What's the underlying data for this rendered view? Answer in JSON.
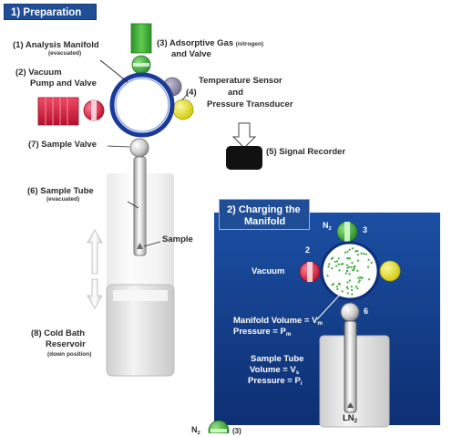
{
  "section1": {
    "title": "1) Preparation",
    "analysis_manifold": "(1) Analysis Manifold",
    "analysis_manifold_note": "(evacuated)",
    "vacuum_line1": "(2) Vacuum",
    "vacuum_line2": "Pump and Valve",
    "adsorptive_gas": "(3) Adsorptive Gas",
    "adsorptive_gas_note": "(nitrogen)",
    "adsorptive_gas_line2": "and Valve",
    "sensor_num": "(4)",
    "temp_sensor_line1": "Temperature Sensor",
    "temp_sensor_line2": "and",
    "temp_sensor_line3": "Pressure Transducer",
    "signal_recorder": "(5) Signal Recorder",
    "sample_valve": "(7) Sample Valve",
    "sample_tube": "(6) Sample Tube",
    "sample_tube_note": "(evacuated)",
    "sample": "Sample",
    "cold_bath_line1": "(8) Cold Bath",
    "cold_bath_line2": "Reservoir",
    "cold_bath_note": "(down position)"
  },
  "section2": {
    "title_line1": "2) Charging the",
    "title_line2": "Manifold",
    "n2_base": "N",
    "n2_sub": "2",
    "num3": "3",
    "num2": "2",
    "vacuum": "Vacuum",
    "num6": "6",
    "manifold_volume": "Manifold Volume = V",
    "manifold_volume_sub": "m",
    "manifold_pressure": "Pressure = P",
    "manifold_pressure_sub": "m",
    "sample_tube_line1": "Sample Tube",
    "sample_tube_volume": "Volume = V",
    "sample_tube_volume_sub": "s",
    "sample_tube_pressure": "Pressure = P",
    "sample_tube_pressure_sub": "i",
    "ln2_base": "LN",
    "ln2_sub": "2"
  },
  "section3": {
    "n2_base": "N",
    "n2_sub": "2",
    "num3": "(3)"
  },
  "colors": {
    "header_blue": "#1f4e96",
    "panel_blue": "#123d8c",
    "manifold_ring": "#1a3a9a",
    "gas_green": "#3daa3a",
    "vacuum_red": "#d91a3c",
    "sensor_yellow": "#e9e21c",
    "sensor_gray": "#8e8aa0",
    "recorder_black": "#111111"
  }
}
